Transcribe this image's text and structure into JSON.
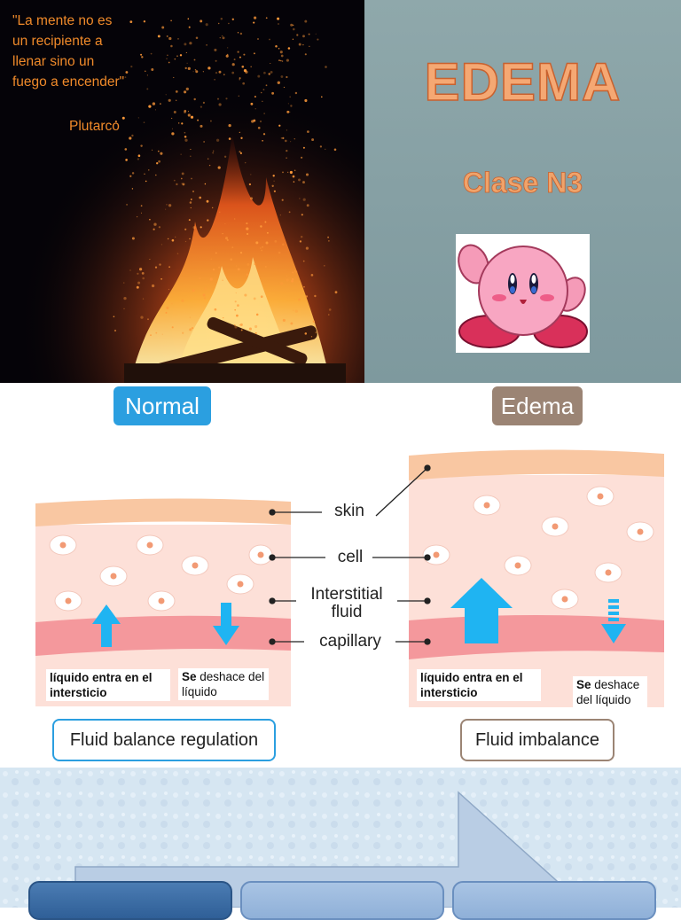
{
  "slide1": {
    "quote": "\"La mente no es\nun recipiente a\nllenar sino un\nfuego a encender\"",
    "author": "Plutarco",
    "title": "EDEMA",
    "subtitle": "Clase N3"
  },
  "slide2": {
    "normal_pill": "Normal",
    "edema_pill": "Edema",
    "labels": {
      "skin": "skin",
      "cell": "cell",
      "interstitial": "Interstitial\nfluid",
      "capillary": "capillary"
    },
    "left_in": "líquido entra en el\nintersticio",
    "left_out_prefix": "Se",
    "left_out_rest": " deshace del\nlíquido",
    "right_in": "líquido entra en el\nintersticio",
    "right_out_prefix": "Se",
    "right_out_rest": " deshace\ndel líquido",
    "balance": "Fluid balance regulation",
    "imbalance": "Fluid imbalance"
  },
  "colors": {
    "normal_blue": "#2b9fe0",
    "edema_brown": "#9b8474",
    "arrow_cyan": "#1fb4f2",
    "skin_orange": "#f9c7a2",
    "tissue_pink": "#fde0d8",
    "capillary_red": "#f4989c",
    "title_orange": "#f5a873"
  }
}
